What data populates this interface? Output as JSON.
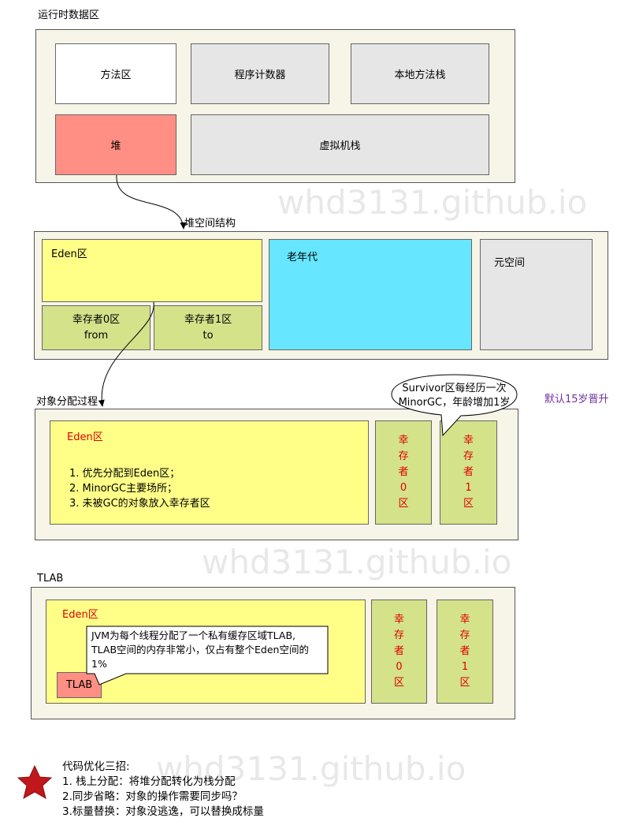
{
  "runtime": {
    "title": "运行时数据区",
    "method_area": "方法区",
    "program_counter": "程序计数器",
    "native_stack": "本地方法栈",
    "heap": "堆",
    "vm_stack": "虚拟机栈"
  },
  "heap_structure": {
    "title": "堆空间结构",
    "eden": "Eden区",
    "s0_line1": "幸存者0区",
    "s0_line2": "from",
    "s1_line1": "幸存者1区",
    "s1_line2": "to",
    "old_gen": "老年代",
    "metaspace": "元空间"
  },
  "allocation": {
    "title": "对象分配过程",
    "eden": "Eden区",
    "steps": [
      "1. 优先分配到Eden区；",
      "2. MinorGC主要场所；",
      "3. 未被GC的对象放入幸存者区"
    ],
    "s0_chars": [
      "幸",
      "存",
      "者",
      "0",
      "区"
    ],
    "s1_chars": [
      "幸",
      "存",
      "者",
      "1",
      "区"
    ],
    "bubble_line1": "Survivor区每经历一次",
    "bubble_line2": "MinorGC，年龄增加1岁",
    "default_note": "默认15岁晋升"
  },
  "tlab": {
    "title": "TLAB",
    "eden": "Eden区",
    "box": "TLAB",
    "callout_line1": "JVM为每个线程分配了一个私有缓存区域TLAB,",
    "callout_line2": "TLAB空间的内存非常小，仅占有整个Eden空间的",
    "callout_line3": "1%",
    "s0_chars": [
      "幸",
      "存",
      "者",
      "0",
      "区"
    ],
    "s1_chars": [
      "幸",
      "存",
      "者",
      "1",
      "区"
    ]
  },
  "optimization": {
    "title": "代码优化三招:",
    "items": [
      "1. 栈上分配：将堆分配转化为栈分配",
      "2.同步省略：对象的操作需要同步吗？",
      "3.标量替换：对象没逃逸，可以替换成标量"
    ]
  },
  "watermark": "whd3131.github.io",
  "colors": {
    "panel_bg": "#f7f4e8",
    "heap_red": "#ff8f84",
    "eden_yellow": "#ffff88",
    "survivor_green": "#d4e28a",
    "old_gen_cyan": "#66e6ff",
    "gray": "#e6e6e6",
    "note_purple": "#7030a0",
    "star_red": "#c0171c"
  },
  "icons": [
    "star-icon"
  ]
}
